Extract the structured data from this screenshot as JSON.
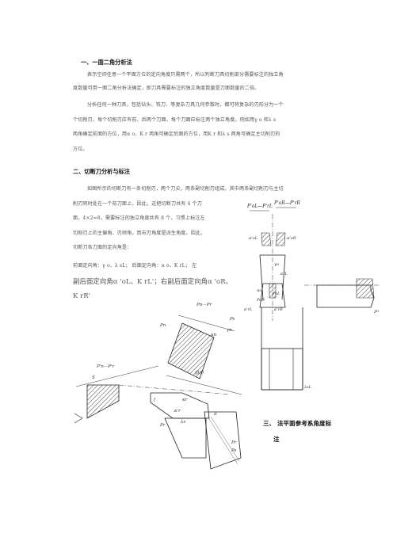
{
  "section1": {
    "title": "一、一面二角分析法",
    "para1_line1": "表示空间任意一个平面方位的定向角度只需两个，所以判断刀具切削部分需要标注的独立角",
    "para1_line2": "度数量可用一面二角分析法确定，即刀具需要标注的独立角度数量是刀面数量的二倍。",
    "para2_line1": "分析任何一种刀具，包括钻头、铣刀、等复杂刀具几何参数时，都可将复杂的刃形分为一个",
    "para2_line2": "个切削刃，每个切削刃应有前、后两个刀面、每个刀面应标注两个独立角度。例如用γ o 和λ s",
    "para2_line3": "两角确定前面的方位，用α o、K r 两角可确定后面的方位，用K r 和λ s 两角可确定主切削刃的",
    "para2_line4": "方位。"
  },
  "section2": {
    "title": "二、切断刀分析与标注",
    "line1": "如图所示的切断刀有一条切削刃，两个刀尖，两条副切削刃组成。其中两条副切削刃与主切",
    "line2": "削刃同时处在一个前刀面上，因此，这把切断刀共有 4 个刀",
    "line3": "面，4×2=8，需要标注的独立角度共有 8 个，习惯上标注左",
    "line4": "切削刃上的主偏角、刃倾角，而右刃角度是派生角度。因此，",
    "line5": "切断刀各刀面的定向角是：",
    "line6": "前面定向角：γ o、λ sL；      后面定向角：α o、K rL；      左",
    "line7": "副后面定向角α 'oL、K rL'；右副后面定向角α 'oR、",
    "line8": "K rR'"
  },
  "section3": {
    "title_line1": "三、 法平面参考系角度标",
    "title_line2": "注"
  },
  "figure_right_labels": {
    "top_left": "P'oL—P'rL",
    "top_right": "P'oR—P'rR",
    "a_oL": "α'oL",
    "a_oR": "α'oR",
    "g_o": "γo",
    "k_rL": "κrL",
    "k_rL2": "κ'rL",
    "k_rR": "κ'rR",
    "a_o": "αo",
    "p_oL": "PoL",
    "p_oR": "PoR",
    "chi": "χo",
    "lambda": "λsL"
  },
  "figure_left_labels": {
    "pn": "Pn—Pr",
    "ps": "Ps",
    "pn2": "Pn",
    "gamma_n": "γn",
    "alpha_n": "αn",
    "beta_n": "(βn)",
    "pr": "P'n—P'r",
    "s": "S",
    "f": "f",
    "kr": "κr",
    "kr2": "κ'r",
    "lambda_s": "λs",
    "pr2": "Pr",
    "s2": "S",
    "pr3": "Pr",
    "ps2": "Ps"
  }
}
